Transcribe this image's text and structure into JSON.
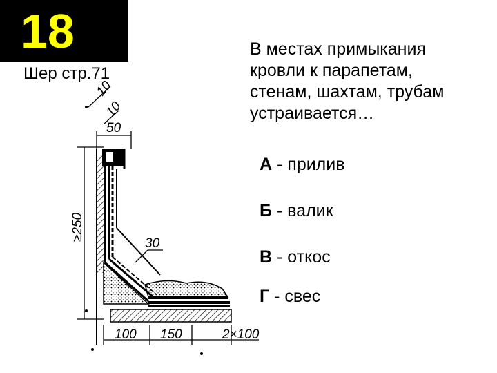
{
  "slide": {
    "number": "18",
    "reference": "Шер стр.71",
    "question_lines": [
      "В местах примыкания",
      "кровли к парапетам,",
      "стенам, шахтам, трубам",
      "устраивается…"
    ],
    "options": [
      {
        "letter": "А",
        "text": " - прилив"
      },
      {
        "letter": "Б",
        "text": " - валик"
      },
      {
        "letter": "В",
        "text": " - откос"
      },
      {
        "letter": "Г",
        "text": " - свес"
      }
    ]
  },
  "drawing": {
    "dimensions": {
      "top": "50",
      "height": "≥250",
      "fillet": "30",
      "bottom_1": "100",
      "bottom_2": "150",
      "bottom_3": "2×100"
    },
    "annotations": [
      "10",
      "10"
    ]
  },
  "colors": {
    "number_box_bg": "#000000",
    "number_text": "#ffff00"
  }
}
